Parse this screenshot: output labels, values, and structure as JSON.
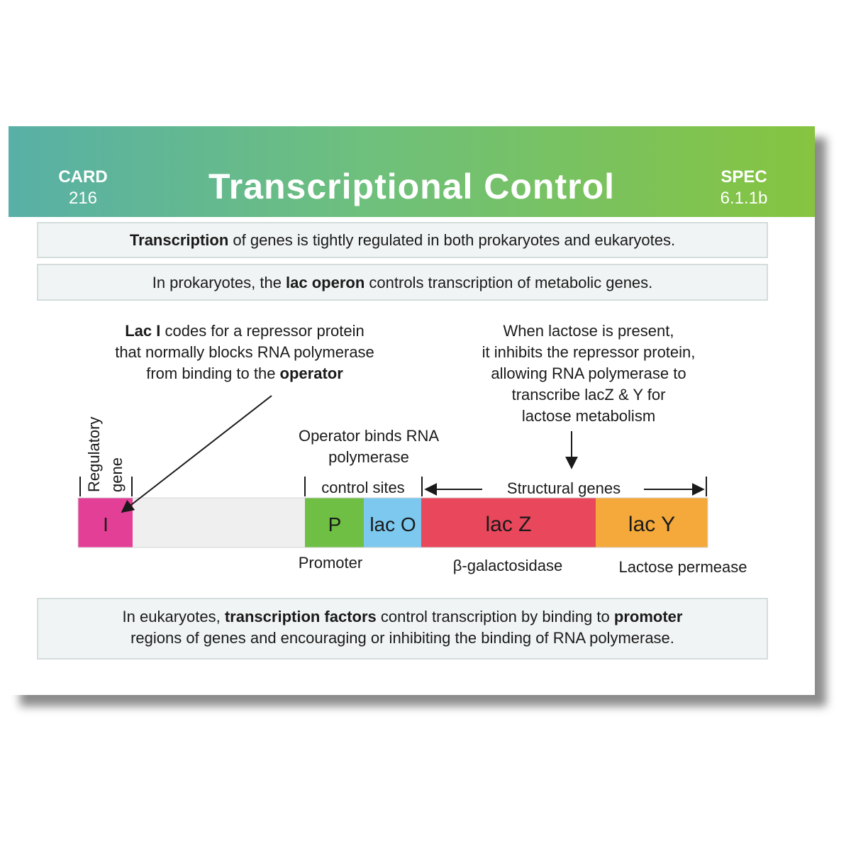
{
  "header": {
    "card_label": "CARD",
    "card_number": "216",
    "title": "Transcriptional Control",
    "spec_label": "SPEC",
    "spec_number": "6.1.1b"
  },
  "info_top": {
    "line1_bold": "Transcription",
    "line1_rest": " of genes is tightly regulated in both prokaryotes and eukaryotes.",
    "line2_pre": "In prokaryotes, the ",
    "line2_bold": "lac operon",
    "line2_post": " controls transcription of metabolic genes."
  },
  "captions": {
    "repressor": {
      "l1_bold": "Lac I",
      "l1_rest": " codes for a repressor protein",
      "l2": "that normally blocks RNA polymerase",
      "l3_pre": "from binding to the ",
      "l3_bold": "operator"
    },
    "lactose": {
      "l1": "When lactose is present,",
      "l2": "it inhibits the repressor protein,",
      "l3": "allowing RNA polymerase to",
      "l4": "transcribe lacZ & Y for",
      "l5": "lactose metabolism"
    },
    "operator": {
      "l1": "Operator binds RNA",
      "l2": "polymerase"
    }
  },
  "diagram": {
    "regulatory_label": "Regulatory",
    "gene_label": "gene",
    "control_sites": "control sites",
    "structural_genes": "Structural genes",
    "segments": {
      "i": "I",
      "p": "P",
      "laco": "lac O",
      "lacz": "lac Z",
      "lacy": "lac Y"
    },
    "below": {
      "promoter": "Promoter",
      "galactosidase": "β-galactosidase",
      "permease": "Lactose permease"
    },
    "colors": {
      "i": "#e43f96",
      "spacer": "#efefef",
      "p": "#6fbf44",
      "laco": "#7cc8ef",
      "lacz": "#e8475c",
      "lacy": "#f4a93a"
    }
  },
  "info_bottom": {
    "l1_pre": "In eukaryotes, ",
    "l1_bold1": "transcription factors",
    "l1_mid": " control transcription by binding to ",
    "l1_bold2": "promoter",
    "l2": "regions of genes and encouraging or inhibiting the binding of RNA polymerase."
  }
}
